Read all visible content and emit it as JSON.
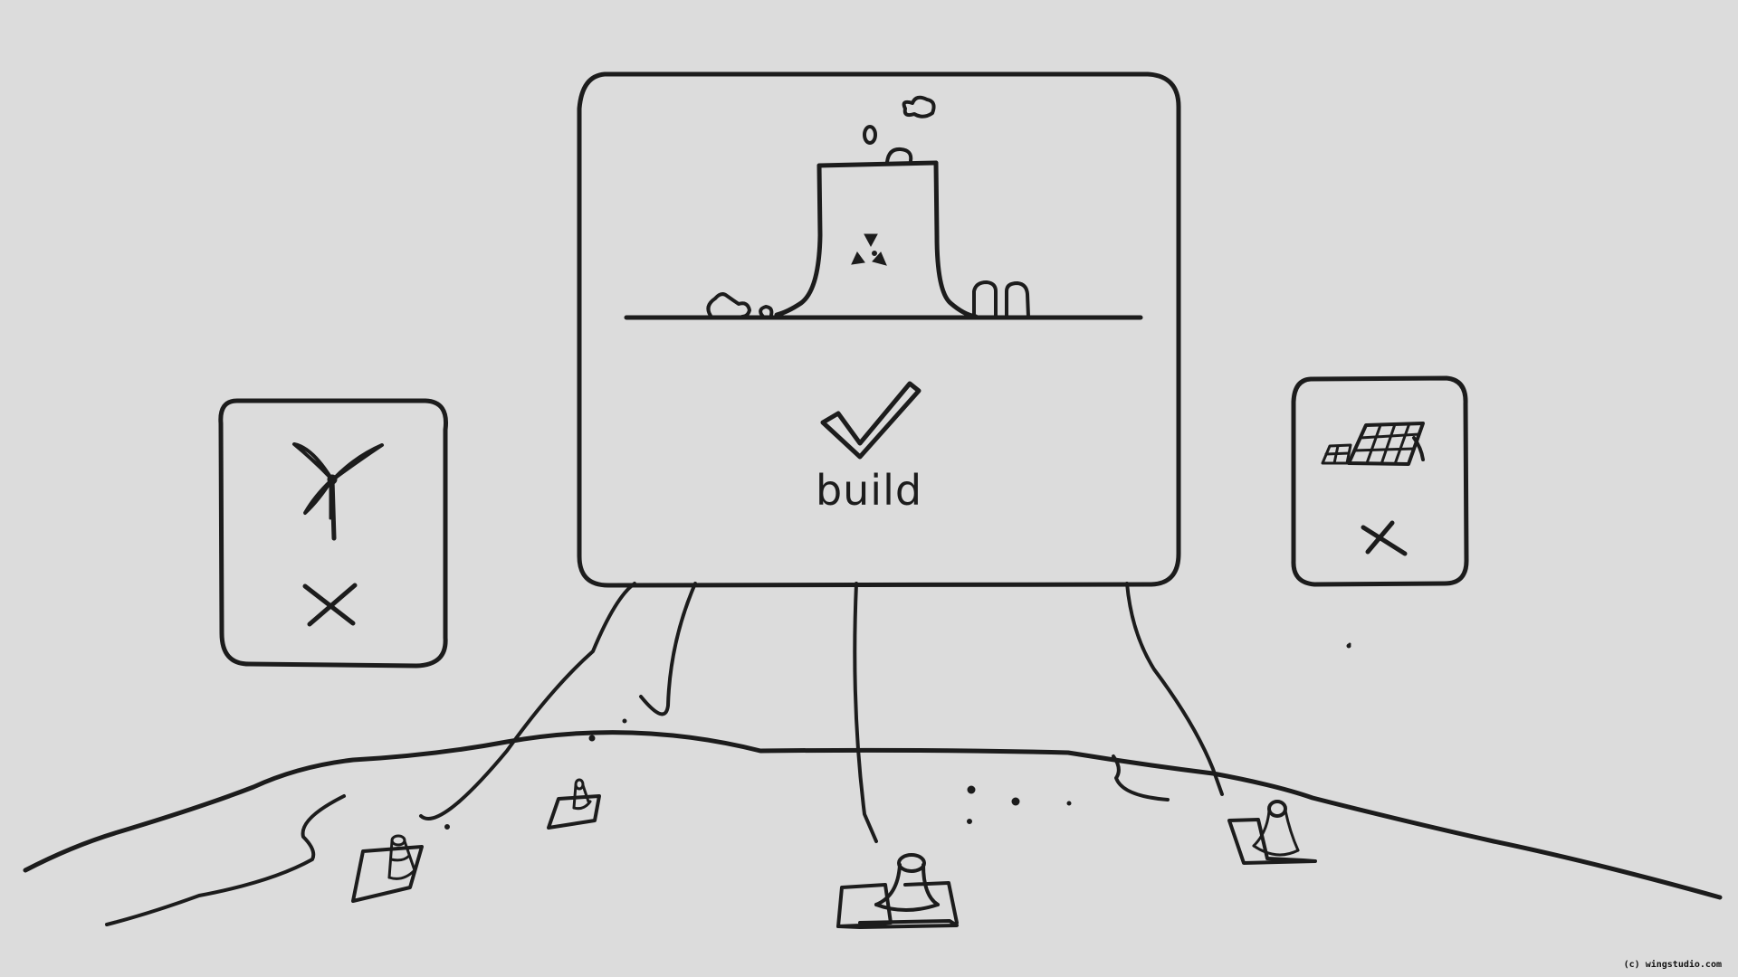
{
  "scene": {
    "background": "#dcdcdc",
    "ink_color": "#1c1c1c",
    "description": "Sketch: three energy option cards floating over a globe with power plant sites"
  },
  "cards": [
    {
      "id": "wind",
      "icon": "wind-turbine-icon",
      "status_icon": "x-icon",
      "status": "rejected"
    },
    {
      "id": "nuclear",
      "icon": "nuclear-plant-icon",
      "status_icon": "checkmark-icon",
      "status": "selected",
      "label": "build"
    },
    {
      "id": "solar",
      "icon": "solar-panel-icon",
      "status_icon": "x-icon",
      "status": "rejected"
    }
  ],
  "globe": {
    "sites": [
      {
        "icon": "cooling-tower-icon",
        "position": "left"
      },
      {
        "icon": "cooling-tower-icon",
        "position": "left-far"
      },
      {
        "icon": "cooling-tower-icon",
        "position": "center"
      },
      {
        "icon": "cooling-tower-icon",
        "position": "right"
      }
    ]
  },
  "footer": {
    "copyright": "(c) wingstudio.com"
  }
}
